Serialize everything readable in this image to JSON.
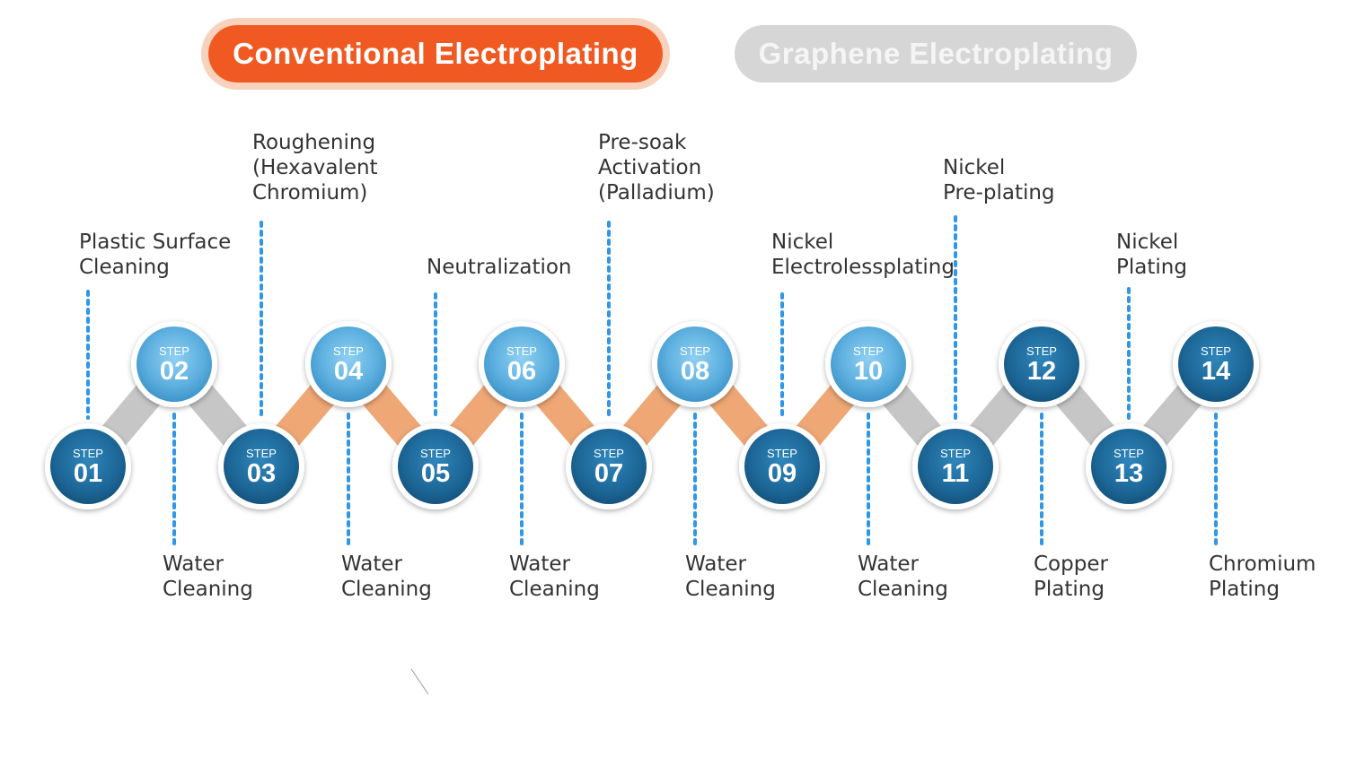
{
  "tabs": {
    "conventional": "Conventional Electroplating",
    "graphene": "Graphene Electroplating"
  },
  "colors": {
    "accent": "#f05a22",
    "connector_active": "#eea775",
    "connector_inactive": "#c6c6c6",
    "dot_line": "#2f97e8",
    "node_dark": "#1a5f8d",
    "node_light": "#4fa6da"
  },
  "step_prefix": "STEP",
  "steps": [
    {
      "num": "01",
      "label": "Plastic Surface\nCleaning",
      "pos": "bottom",
      "label_side": "top",
      "shade": "dark"
    },
    {
      "num": "02",
      "label": "Water\nCleaning",
      "pos": "top",
      "label_side": "bottom",
      "shade": "light"
    },
    {
      "num": "03",
      "label": "Roughening\n(Hexavalent\nChromium)",
      "pos": "bottom",
      "label_side": "top",
      "shade": "dark"
    },
    {
      "num": "04",
      "label": "Water\nCleaning",
      "pos": "top",
      "label_side": "bottom",
      "shade": "light"
    },
    {
      "num": "05",
      "label": "Neutralization",
      "pos": "bottom",
      "label_side": "top",
      "shade": "dark"
    },
    {
      "num": "06",
      "label": "Water\nCleaning",
      "pos": "top",
      "label_side": "bottom",
      "shade": "light"
    },
    {
      "num": "07",
      "label": "Pre-soak\nActivation\n(Palladium)",
      "pos": "bottom",
      "label_side": "top",
      "shade": "dark"
    },
    {
      "num": "08",
      "label": "Water\nCleaning",
      "pos": "top",
      "label_side": "bottom",
      "shade": "light"
    },
    {
      "num": "09",
      "label": "Nickel\nElectrolessplating",
      "pos": "bottom",
      "label_side": "top",
      "shade": "dark"
    },
    {
      "num": "10",
      "label": "Water\nCleaning",
      "pos": "top",
      "label_side": "bottom",
      "shade": "light"
    },
    {
      "num": "11",
      "label": "Nickel\nPre-plating",
      "pos": "bottom",
      "label_side": "top",
      "shade": "dark"
    },
    {
      "num": "12",
      "label": "Copper\nPlating",
      "pos": "top",
      "label_side": "bottom",
      "shade": "dark"
    },
    {
      "num": "13",
      "label": "Nickel\nPlating",
      "pos": "bottom",
      "label_side": "top",
      "shade": "dark"
    },
    {
      "num": "14",
      "label": "Chromium\nPlating",
      "pos": "top",
      "label_side": "bottom",
      "shade": "dark"
    }
  ],
  "highlighted_connectors": [
    "03-04",
    "04-05",
    "05-06",
    "06-07",
    "07-08",
    "08-09",
    "09-10"
  ]
}
